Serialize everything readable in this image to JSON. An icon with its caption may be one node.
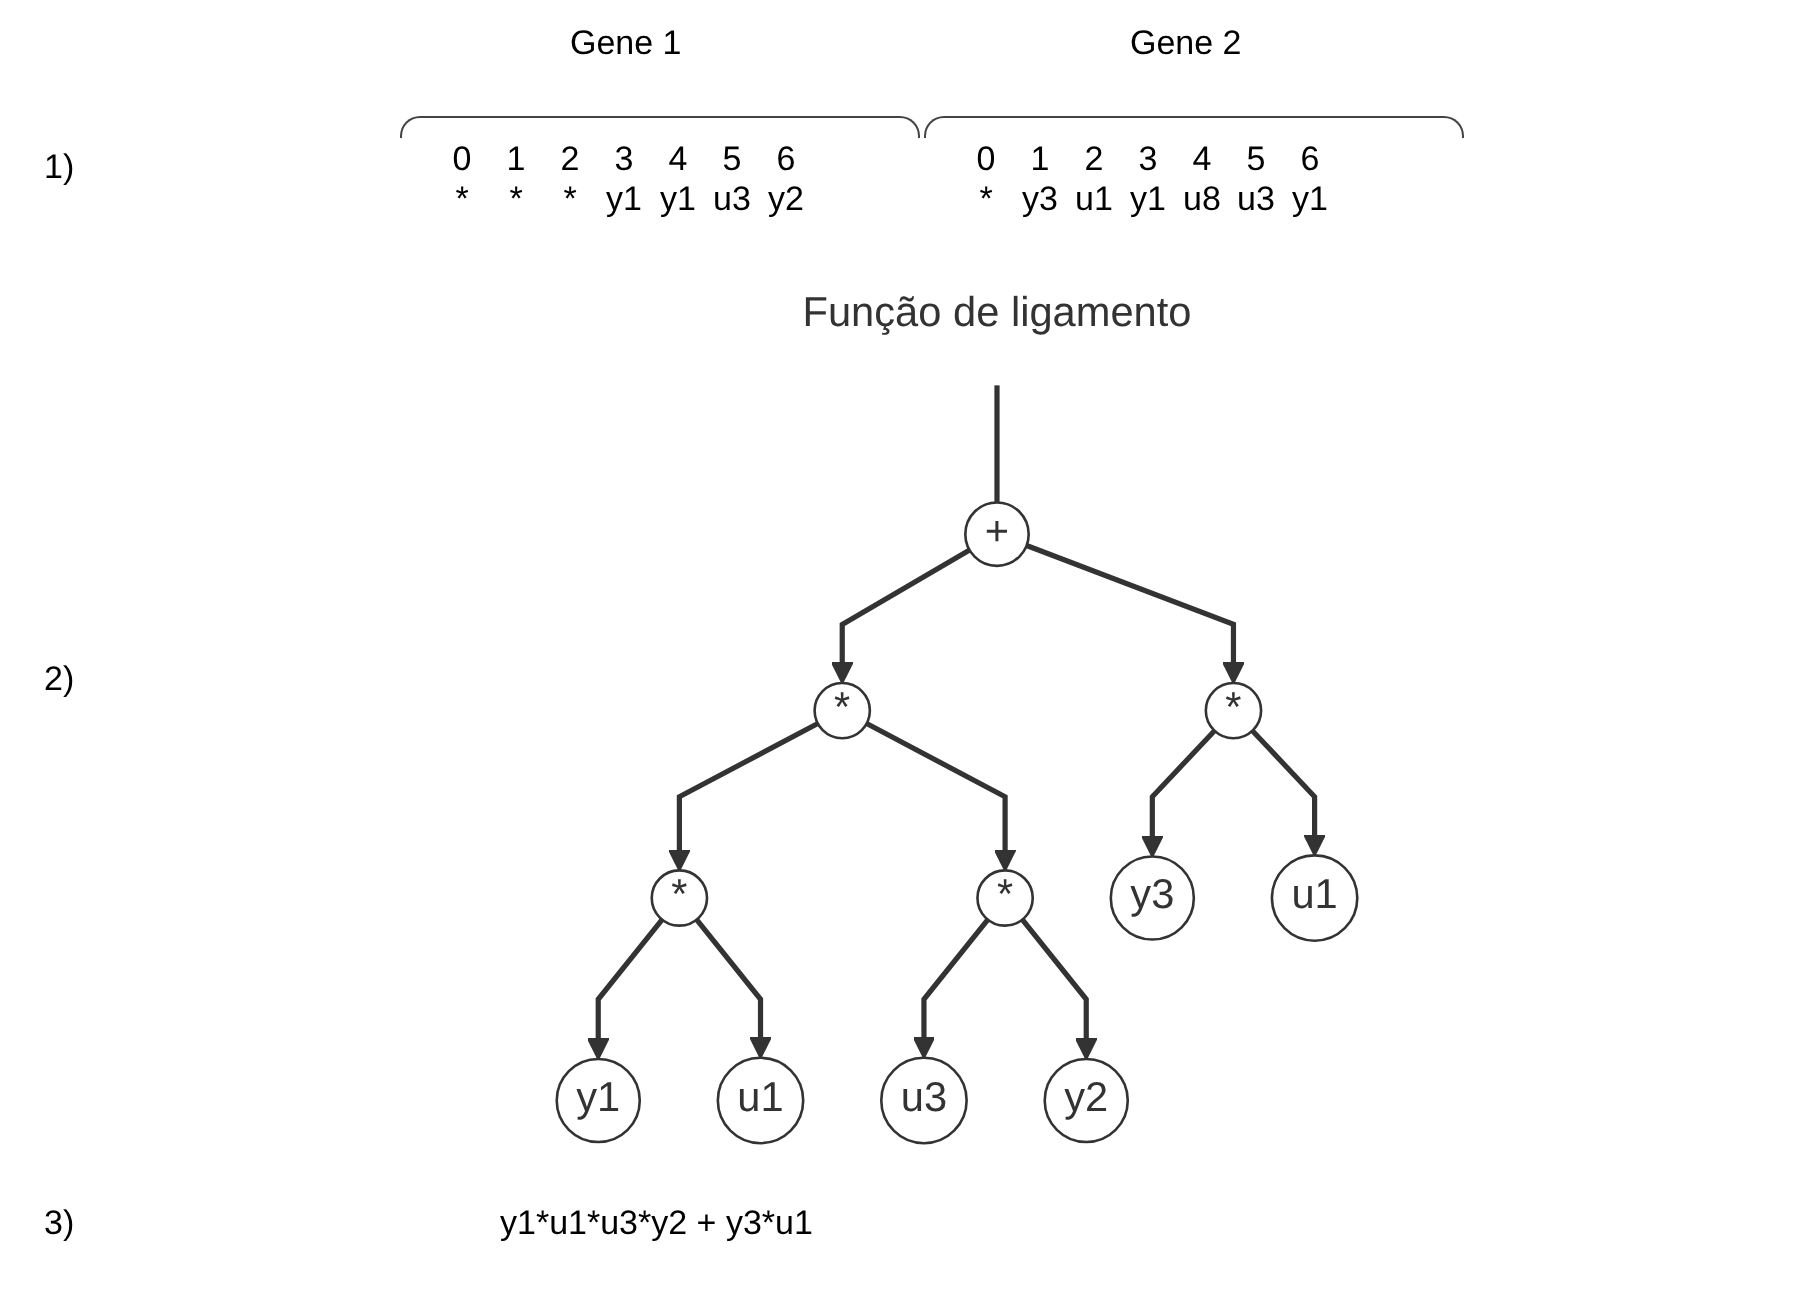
{
  "diagram": {
    "nodes": [
      {
        "text": [
          "+"
        ]
      },
      {
        "text": [
          "Função de ligamento"
        ]
      },
      {
        "text": [
          "*"
        ]
      },
      {
        "text": [
          "*"
        ]
      },
      {
        "text": [
          "*"
        ]
      },
      {
        "text": [
          "*"
        ]
      },
      {
        "text": [
          "y3"
        ]
      },
      {
        "text": [
          "u1"
        ]
      },
      {
        "text": [
          "y1"
        ]
      },
      {
        "text": [
          "u1"
        ]
      },
      {
        "text": [
          "u3"
        ]
      },
      {
        "text": [
          "y2"
        ]
      }
    ],
    "edges": [
      {
        "from": 1,
        "to": 0,
        "arrow": "none"
      },
      {
        "from": 0,
        "to": 2,
        "arrow": "to"
      },
      {
        "from": 0,
        "to": 3,
        "arrow": "to"
      },
      {
        "from": 2,
        "to": 4,
        "arrow": "to"
      },
      {
        "from": 2,
        "to": 5,
        "arrow": "to"
      },
      {
        "from": 3,
        "to": 6,
        "arrow": "to"
      },
      {
        "from": 3,
        "to": 7,
        "arrow": "to"
      },
      {
        "from": 4,
        "to": 8,
        "arrow": "to"
      },
      {
        "from": 4,
        "to": 9,
        "arrow": "to"
      },
      {
        "from": 5,
        "to": 10,
        "arrow": "to"
      },
      {
        "from": 5,
        "to": 11,
        "arrow": "to"
      }
    ],
    "labels": [
      "Gene 1",
      "Gene 2",
      "1)",
      "0",
      "1",
      "2",
      "3",
      "4",
      "5",
      "6",
      "0",
      "1",
      "2",
      "3",
      "4",
      "5",
      "6",
      "*",
      "*",
      "*",
      "y1",
      "y1",
      "u3",
      "y2",
      "*",
      "y3",
      "u1",
      "y1",
      "u8",
      "u3",
      "y1",
      "2)",
      "3)",
      "y1*u1*u3*y2 + y3*u1"
    ]
  }
}
